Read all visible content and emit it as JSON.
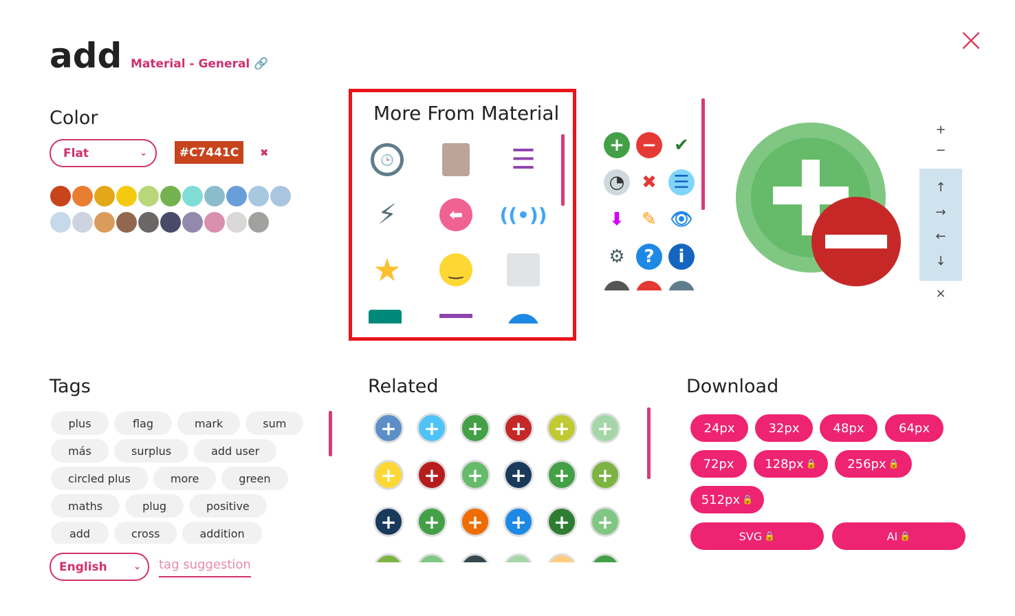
{
  "title": "add",
  "category_link": "Material - General",
  "color": {
    "heading": "Color",
    "style_select": "Flat",
    "hex": "#C7441C",
    "swatches": [
      "#c7441c",
      "#e97d32",
      "#e3a717",
      "#f4ca10",
      "#b8d77a",
      "#74b24f",
      "#7fdcd6",
      "#8bbccc",
      "#6a9ed8",
      "#a8c8e0",
      "#a9c6e0",
      "#c5d9ea",
      "#cfd3e0",
      "#d99c5c",
      "#93674f",
      "#6b6767",
      "#474a68",
      "#9389ac",
      "#d98fae",
      "#dad8d6",
      "#a1a19f"
    ]
  },
  "more": {
    "heading": "More From Material"
  },
  "tags": {
    "heading": "Tags",
    "items": [
      "plus",
      "flag",
      "mark",
      "sum",
      "más",
      "surplus",
      "add user",
      "circled plus",
      "more",
      "green",
      "maths",
      "plug",
      "positive",
      "add",
      "cross",
      "addition"
    ],
    "language": "English",
    "suggestion": "tag suggestion"
  },
  "related": {
    "heading": "Related"
  },
  "download": {
    "heading": "Download",
    "sizes": [
      "24px",
      "32px",
      "48px",
      "64px",
      "72px",
      "128px",
      "256px",
      "512px"
    ],
    "locked": [
      false,
      false,
      false,
      false,
      false,
      true,
      true,
      true
    ],
    "formats": [
      "SVG",
      "AI"
    ],
    "lock_glyph": "🔒"
  },
  "preview_controls": {
    "zoom_in": "+",
    "zoom_out": "−",
    "up": "↑",
    "right": "→",
    "left": "←",
    "down": "↓",
    "reset": "×"
  },
  "close": "×",
  "clear": "✖",
  "accent": "#ee2371"
}
